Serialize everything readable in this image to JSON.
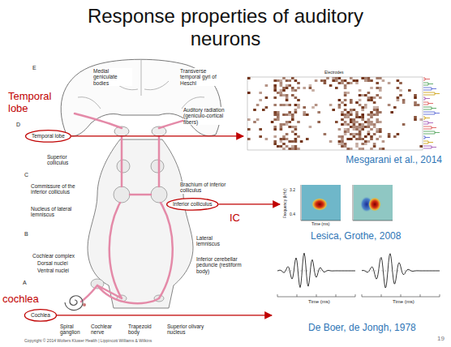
{
  "diagram": {
    "title": "Response properties of auditory neurons",
    "nodes": [
      {
        "text": [
          "Temporal lobe"
        ]
      },
      {
        "text": [
          "Mesgarani et al., 2014"
        ]
      },
      {
        "text": [
          "Inferior colliculus"
        ]
      },
      {
        "text": [
          "Lesica, Grothe, 2008"
        ]
      },
      {
        "text": [
          "Cochlea"
        ]
      },
      {
        "text": [
          "De Boer, de Jongh, 1978"
        ]
      }
    ],
    "edges": [
      {
        "from": 0,
        "to": 1,
        "arrow": "to"
      },
      {
        "from": 2,
        "to": 3,
        "arrow": "to"
      },
      {
        "from": 4,
        "to": 5,
        "arrow": "to"
      }
    ],
    "labels": [
      "Temporal lobe",
      "IC",
      "cochlea",
      "E",
      "Medial geniculate bodies",
      "Transverse temporal gyri of Heschl",
      "D",
      "Auditory radiation (geniculo-cortical fibers)",
      "Superior colliculus",
      "C",
      "Commissure of the inferior colliculus",
      "Brachium of inferior colliculus",
      "Nucleus of lateral lemniscus",
      "B",
      "Lateral lemniscus",
      "Cochlear complex",
      "Dorsal nuclei",
      "Ventral nuclei",
      "Inferior cerebellar peduncle (restiform body)",
      "A",
      "Spiral ganglion",
      "Cochlear nerve",
      "Trapezoid body",
      "Superior olivary nucleus",
      "Copyright © 2014 Wolters Kluwer Health | Lippincott Williams & Wilkins",
      "Electrodes",
      "Frequency (kHz)",
      "3.2",
      "0.4",
      "Time (ms)",
      "Time (ms)",
      "Time (ms)",
      "19"
    ]
  }
}
